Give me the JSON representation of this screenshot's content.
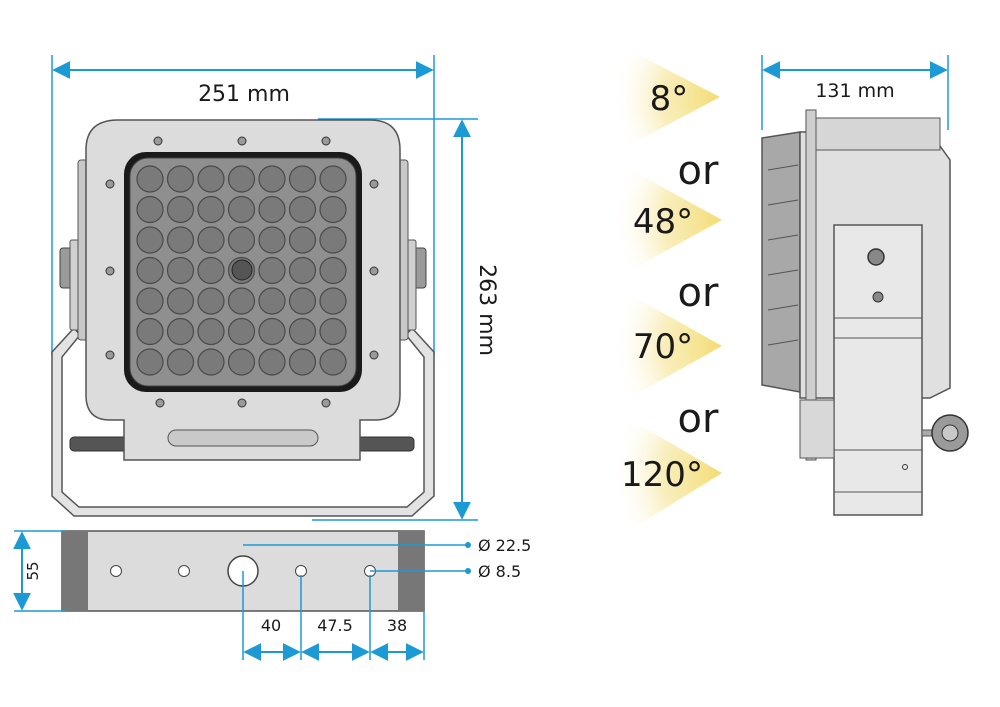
{
  "colors": {
    "dimension": "#1b9ad6",
    "housing": "#dcdcdc",
    "housing_stroke": "#555555",
    "lens_panel": "#8f8f8f",
    "beam_glow": "#f3dc72",
    "text": "#1a1a1a"
  },
  "front_view": {
    "width_label": "251 mm",
    "height_label": "263 mm",
    "led_rows": 7,
    "led_cols": 7
  },
  "side_view": {
    "depth_label": "131 mm"
  },
  "beam_angles": [
    {
      "label": "8°"
    },
    {
      "label": "48°"
    },
    {
      "label": "70°"
    },
    {
      "label": "120°"
    }
  ],
  "separator": "or",
  "bracket": {
    "height_label": "55",
    "large_hole_label": "Ø 22.5",
    "small_hole_label": "Ø 8.5",
    "spacing_labels": [
      "40",
      "47.5",
      "38"
    ]
  },
  "icons": {
    "arrowheads": "dimension-arrow-icon",
    "beams": "light-beam-icon"
  }
}
